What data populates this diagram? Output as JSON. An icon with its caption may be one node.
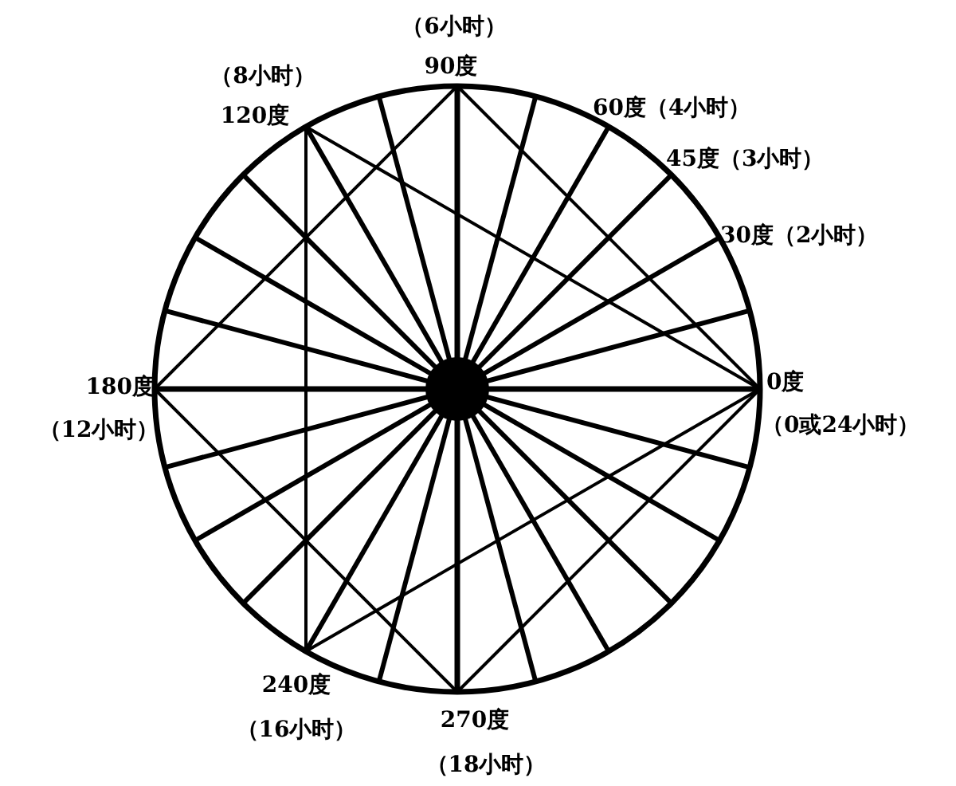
{
  "diagram": {
    "labels": [
      "（6小时）",
      "90度",
      "（8小时）",
      "120度",
      "60度（4小时）",
      "45度（3小时）",
      "30度（2小时）",
      "180度",
      "（12小时）",
      "0度",
      "（0或24小时）",
      "240度",
      "（16小时）",
      "270度",
      "（18小时）"
    ]
  }
}
